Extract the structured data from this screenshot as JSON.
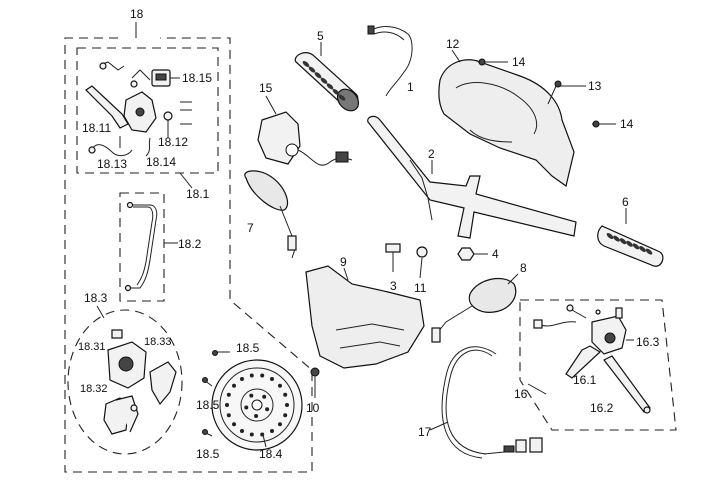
{
  "labels": {
    "p1": "1",
    "p2": "2",
    "p3": "3",
    "p4": "4",
    "p5": "5",
    "p6": "6",
    "p7": "7",
    "p8": "8",
    "p9": "9",
    "p10": "10",
    "p11": "11",
    "p12": "12",
    "p13": "13",
    "p14a": "14",
    "p14b": "14",
    "p15": "15",
    "p16": "16",
    "p16_1": "16.1",
    "p16_2": "16.2",
    "p16_3": "16.3",
    "p17": "17",
    "p18": "18",
    "p18_1": "18.1",
    "p18_2": "18.2",
    "p18_3": "18.3",
    "p18_4": "18.4",
    "p18_5a": "18.5",
    "p18_5b": "18.5",
    "p18_5c": "18.5",
    "p18_11": "18.11",
    "p18_12": "18.12",
    "p18_13": "18.13",
    "p18_14": "18.14",
    "p18_15": "18.15",
    "p18_31": "18.31",
    "p18_32": "18.32",
    "p18_33": "18.33"
  }
}
